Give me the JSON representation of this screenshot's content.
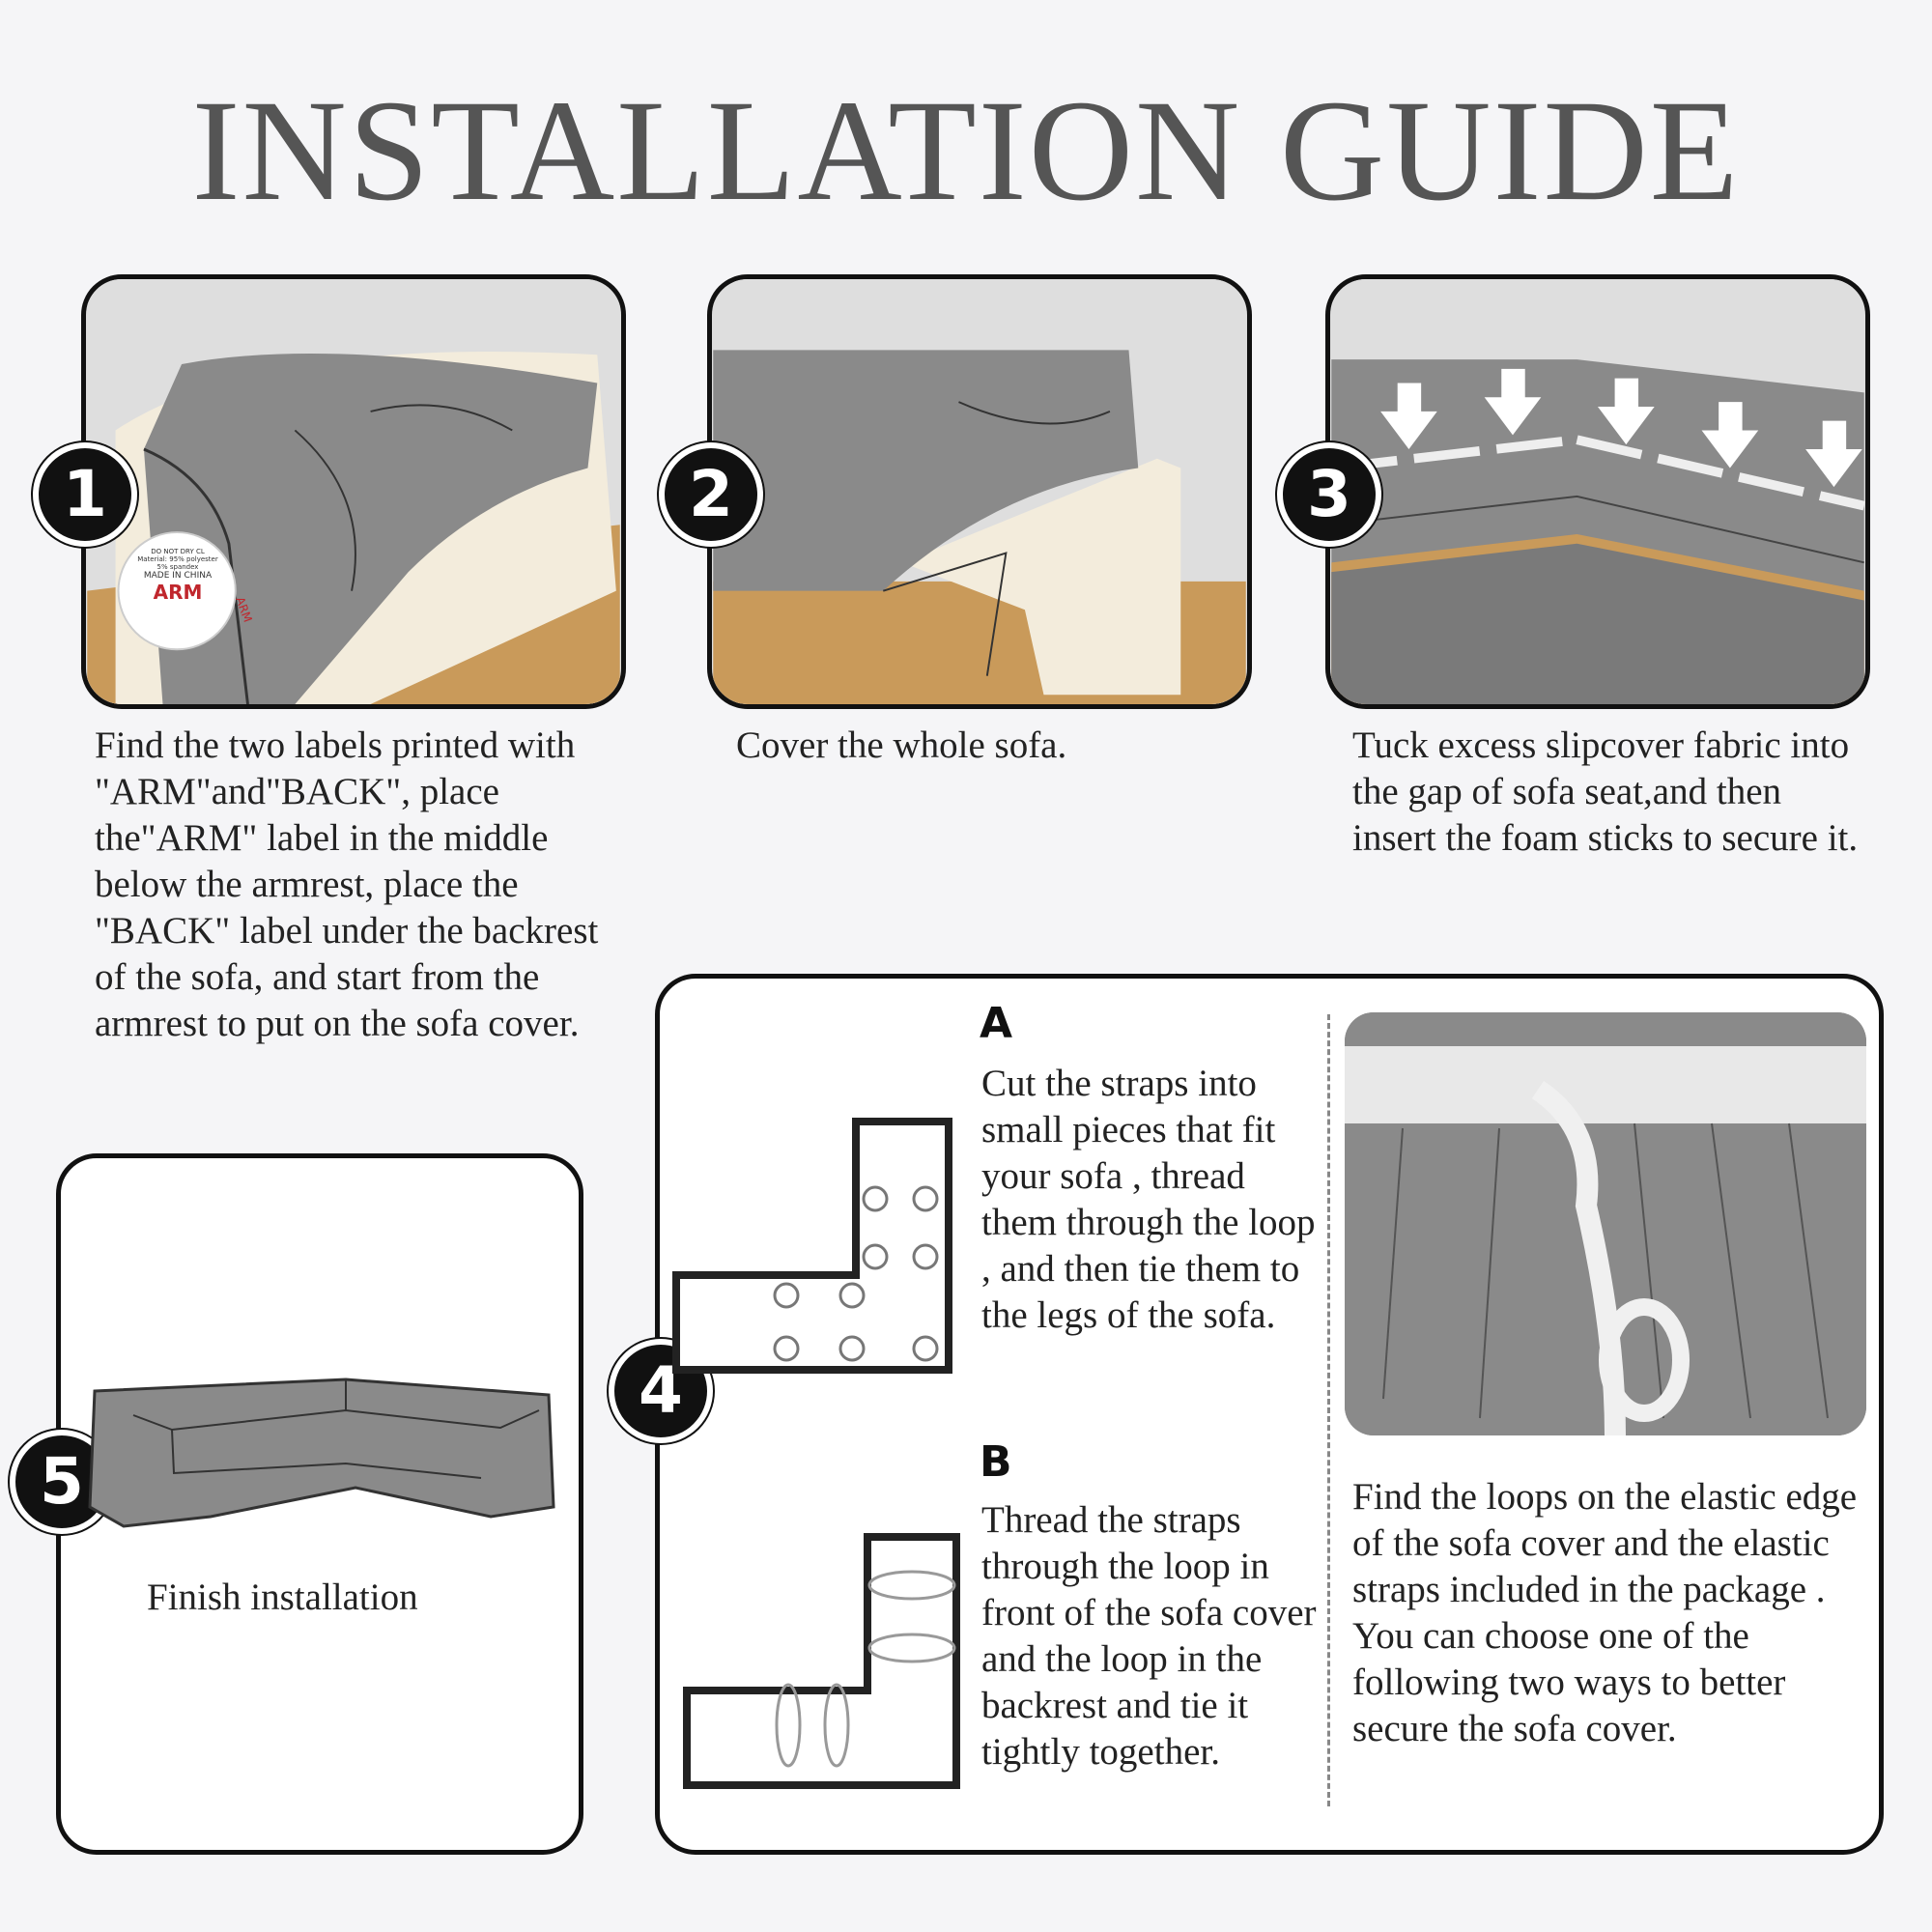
{
  "title": "INSTALLATION GUIDE",
  "steps": [
    {
      "number": "1",
      "text": "Find the two labels printed with \"ARM\"and\"BACK\", place the\"ARM\" label in the middle below the armrest, place the \"BACK\" label under the backrest of the sofa, and start from the armrest to put on the sofa cover."
    },
    {
      "number": "2",
      "text": "Cover the whole sofa."
    },
    {
      "number": "3",
      "text": "Tuck excess slipcover fabric into the gap of sofa seat,and then insert the foam sticks to secure it."
    },
    {
      "number": "4",
      "intro": "Find the loops on the elastic edge of the sofa cover and the elastic straps included in the package . You can choose one of the following two ways to better secure the sofa cover.",
      "option_a": {
        "letter": "A",
        "text": "Cut the straps into small pieces that fit your sofa , thread them through the loop , and then tie them to the legs of the sofa."
      },
      "option_b": {
        "letter": "B",
        "text": "Thread the straps through the loop in front of the sofa cover and the loop in the backrest and tie it tightly together."
      }
    },
    {
      "number": "5",
      "text": "Finish installation"
    }
  ],
  "label": {
    "lines": [
      "DO NOT DRY CL",
      "Material: 95% polyester",
      "5% spandex",
      "MADE IN CHINA"
    ],
    "arm_text": "ARM",
    "side_text": "ARM"
  },
  "colors": {
    "fabric": "#8a8a8a",
    "cream": "#f3ecdc",
    "floor": "#c99a5a",
    "wall": "#dedede"
  }
}
